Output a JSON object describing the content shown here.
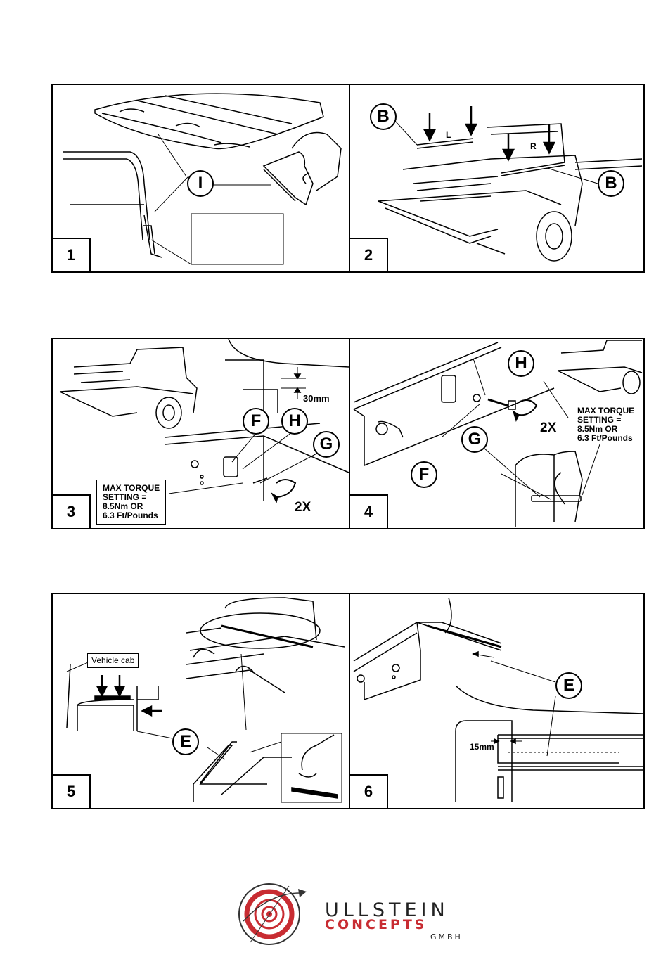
{
  "steps": [
    {
      "number": "1",
      "callouts": [
        "I"
      ]
    },
    {
      "number": "2",
      "callouts": [
        "B",
        "B"
      ],
      "side_left": "L",
      "side_right": "R"
    },
    {
      "number": "3",
      "callouts": [
        "F",
        "H",
        "G"
      ],
      "dimension": "30mm",
      "count": "2X",
      "torque_note": [
        "MAX TORQUE",
        "SETTING =",
        "8.5Nm OR",
        "6.3 Ft/Pounds"
      ]
    },
    {
      "number": "4",
      "callouts": [
        "H",
        "G",
        "F"
      ],
      "count": "2X",
      "torque_note": [
        "MAX TORQUE",
        "SETTING =",
        "8.5Nm OR",
        "6.3 Ft/Pounds"
      ]
    },
    {
      "number": "5",
      "callouts": [
        "E"
      ],
      "cab_label": "Vehicle cab"
    },
    {
      "number": "6",
      "callouts": [
        "E"
      ],
      "dimension": "15mm"
    }
  ],
  "logo": {
    "line1": "ULLSTEIN",
    "line2": "CONCEPTS",
    "line3": "GMBH",
    "colors": {
      "red": "#c82c32",
      "dark": "#222222"
    }
  }
}
